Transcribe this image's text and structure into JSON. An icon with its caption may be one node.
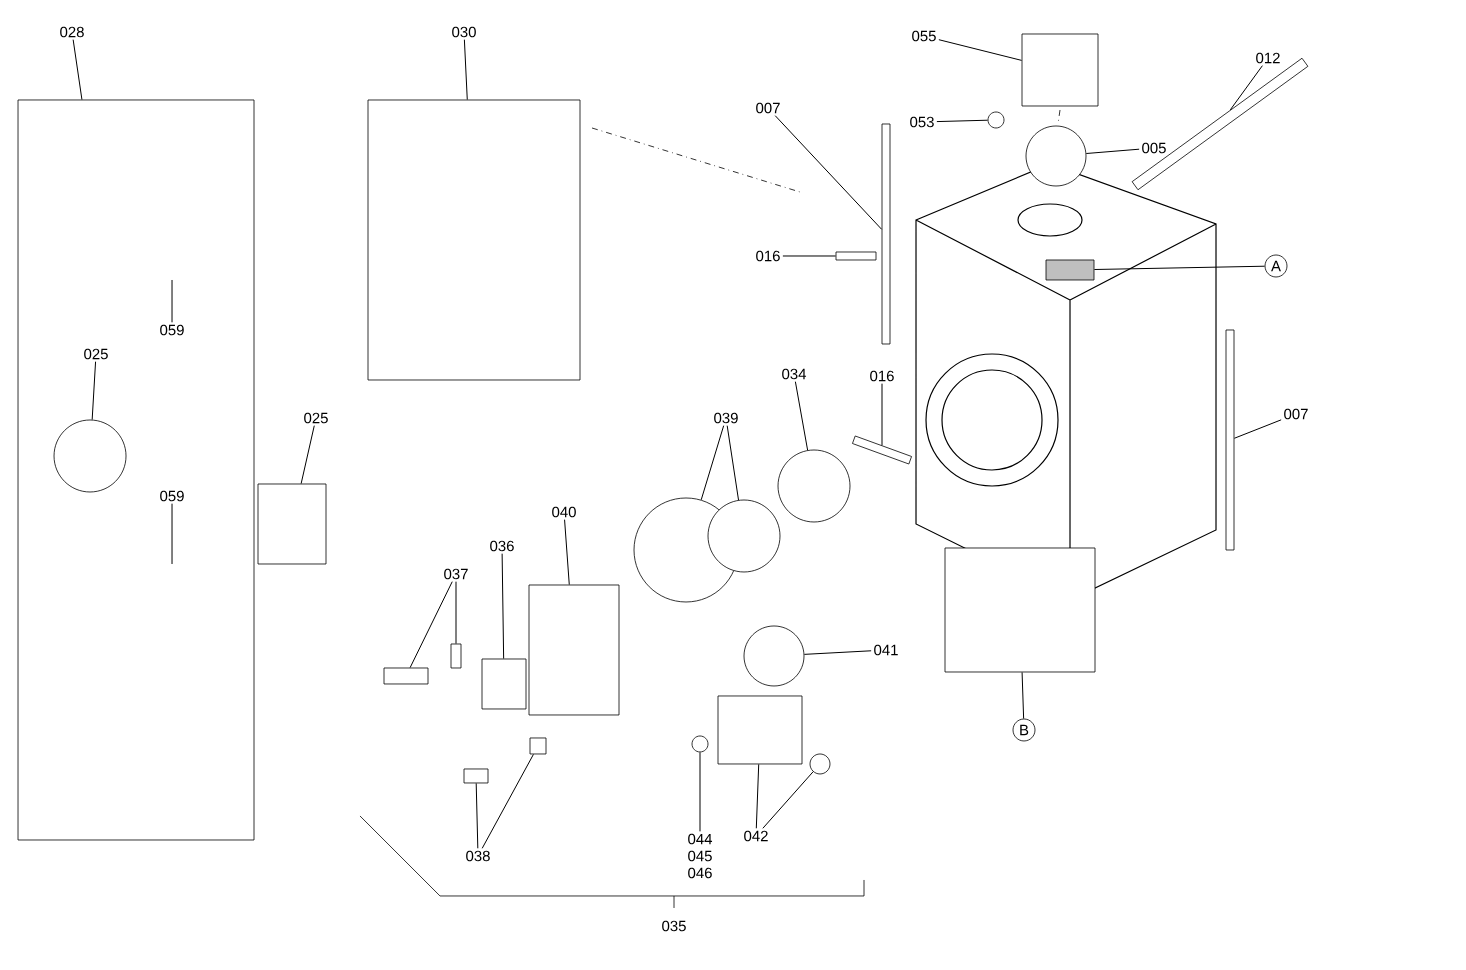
{
  "diagram": {
    "nodes": [
      {
        "text": [
          "028"
        ]
      },
      {
        "text": [],
        "shape": "box"
      },
      {
        "text": [
          "059"
        ],
        "in": 1
      },
      {
        "text": [
          "025"
        ],
        "in": 1
      },
      {
        "text": [],
        "shape": "circle",
        "in": 1
      },
      {
        "text": [
          "059"
        ],
        "in": 1
      },
      {
        "text": [
          "025"
        ]
      },
      {
        "text": [],
        "shape": "box"
      },
      {
        "text": [
          "030"
        ]
      },
      {
        "text": [],
        "shape": "box"
      },
      {
        "text": [
          "055"
        ]
      },
      {
        "text": [],
        "shape": "box"
      },
      {
        "text": [
          "053"
        ]
      },
      {
        "text": [],
        "shape": "circle"
      },
      {
        "text": [
          "005"
        ]
      },
      {
        "text": [],
        "shape": "circle"
      },
      {
        "text": [
          "012"
        ]
      },
      {
        "text": [],
        "shape": "bar"
      },
      {
        "text": [
          "007"
        ]
      },
      {
        "text": [],
        "shape": "bar"
      },
      {
        "text": [
          "016"
        ]
      },
      {
        "text": [],
        "shape": "bar"
      },
      {
        "text": [
          "034"
        ]
      },
      {
        "text": [],
        "shape": "circle"
      },
      {
        "text": [
          "016"
        ]
      },
      {
        "text": [],
        "shape": "bar"
      },
      {
        "text": [
          "039"
        ]
      },
      {
        "text": [],
        "shape": "circle"
      },
      {
        "text": [],
        "shape": "circle"
      },
      {
        "text": [
          "040"
        ]
      },
      {
        "text": [],
        "shape": "box"
      },
      {
        "text": [
          "036"
        ]
      },
      {
        "text": [],
        "shape": "box"
      },
      {
        "text": [
          "037"
        ]
      },
      {
        "text": [],
        "shape": "box"
      },
      {
        "text": [],
        "shape": "box"
      },
      {
        "text": [
          "041"
        ]
      },
      {
        "text": [],
        "shape": "circle"
      },
      {
        "text": [
          "A"
        ]
      },
      {
        "text": [],
        "shape": "box"
      },
      {
        "text": [
          "007"
        ]
      },
      {
        "text": [],
        "shape": "bar"
      },
      {
        "text": [
          "B"
        ]
      },
      {
        "text": [],
        "shape": "box"
      },
      {
        "text": [
          "038"
        ]
      },
      {
        "text": [],
        "shape": "box"
      },
      {
        "text": [],
        "shape": "box"
      },
      {
        "text": [
          "042"
        ]
      },
      {
        "text": [],
        "shape": "box"
      },
      {
        "text": [],
        "shape": "circle"
      },
      {
        "text": [
          "044",
          "045",
          "046"
        ]
      },
      {
        "text": [],
        "shape": "circle"
      }
    ],
    "edges": [
      {
        "from": 0,
        "to": 1,
        "arrow": "none"
      },
      {
        "from": 2,
        "to": null,
        "arrow": "none"
      },
      {
        "from": 3,
        "to": 4,
        "arrow": "none"
      },
      {
        "from": 5,
        "to": null,
        "arrow": "none"
      },
      {
        "from": 6,
        "to": 7,
        "arrow": "none"
      },
      {
        "from": 8,
        "to": 9,
        "arrow": "none"
      },
      {
        "from": 10,
        "to": 11,
        "arrow": "none"
      },
      {
        "from": 12,
        "to": 13,
        "arrow": "none"
      },
      {
        "from": 14,
        "to": 15,
        "arrow": "none"
      },
      {
        "from": 16,
        "to": 17,
        "arrow": "none"
      },
      {
        "from": 18,
        "to": 19,
        "arrow": "none"
      },
      {
        "from": 20,
        "to": 21,
        "arrow": "none"
      },
      {
        "from": 22,
        "to": 23,
        "arrow": "none"
      },
      {
        "from": 24,
        "to": 25,
        "arrow": "none"
      },
      {
        "from": 26,
        "to": 27,
        "arrow": "none"
      },
      {
        "from": 26,
        "to": 28,
        "arrow": "none"
      },
      {
        "from": 29,
        "to": 30,
        "arrow": "none"
      },
      {
        "from": 31,
        "to": 32,
        "arrow": "none"
      },
      {
        "from": 33,
        "to": 34,
        "arrow": "none"
      },
      {
        "from": 33,
        "to": 35,
        "arrow": "none"
      },
      {
        "from": 36,
        "to": 37,
        "arrow": "none"
      },
      {
        "from": 38,
        "to": 39,
        "arrow": "none"
      },
      {
        "from": 40,
        "to": 41,
        "arrow": "none"
      },
      {
        "from": 42,
        "to": 43,
        "arrow": "none"
      },
      {
        "from": 44,
        "to": 45,
        "arrow": "none"
      },
      {
        "from": 44,
        "to": 46,
        "arrow": "none"
      },
      {
        "from": 47,
        "to": 48,
        "arrow": "none"
      },
      {
        "from": 47,
        "to": 49,
        "arrow": "none"
      },
      {
        "from": 50,
        "to": 51,
        "arrow": "none"
      }
    ],
    "labels": [
      "035"
    ]
  }
}
